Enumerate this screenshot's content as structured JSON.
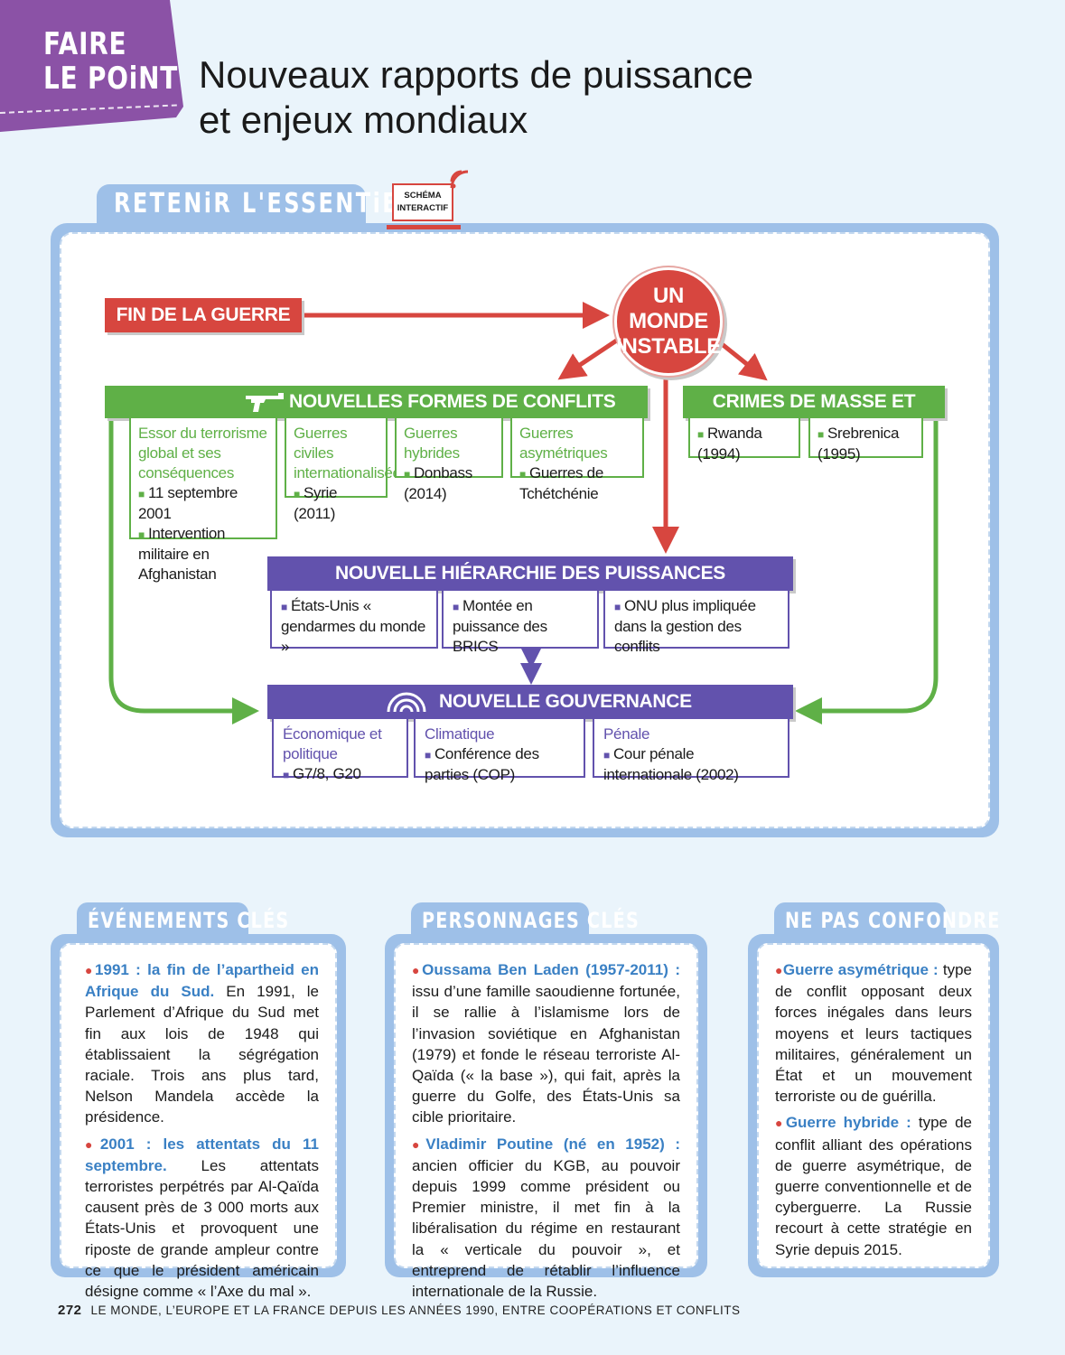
{
  "header": {
    "tag_line1": "FAIRE",
    "tag_line2": "LE POiNT",
    "title_line1": "Nouveaux rapports de puissance",
    "title_line2": "et enjeux mondiaux"
  },
  "retenir": {
    "label": "RETENiR L'ESSENTiEL",
    "schema_line1": "SCHÉMA",
    "schema_line2": "INTERACTIF"
  },
  "schema": {
    "fin_guerre_froide": "FIN DE LA GUERRE FROIDE",
    "monde_line1": "UN MONDE",
    "monde_line2": "INSTABLE",
    "conflits_title": "NOUVELLES FORMES DE CONFLITS",
    "conflits": [
      {
        "head": "Essor du terrorisme global et ses conséquences",
        "items": [
          "11 septembre 2001",
          "Intervention militaire en Afghanistan"
        ]
      },
      {
        "head": "Guerres civiles internationalisées",
        "items": [
          "Syrie (2011)"
        ]
      },
      {
        "head": "Guerres hybrides",
        "items": [
          "Donbass (2014)"
        ]
      },
      {
        "head": "Guerres asymétriques",
        "items": [
          "Guerres de Tchétchénie"
        ]
      }
    ],
    "crimes_title": "CRIMES DE MASSE ET GÉNOCIDES",
    "crimes": [
      "Rwanda (1994)",
      "Srebrenica (1995)"
    ],
    "hierarchie_title": "NOUVELLE HIÉRARCHIE DES PUISSANCES",
    "hierarchie": [
      "États-Unis « gendarmes du monde »",
      "Montée en puissance des BRICS",
      "ONU plus impliquée dans la gestion des conflits"
    ],
    "gouvernance_title": "NOUVELLE GOUVERNANCE MONDIALE",
    "gouvernance": [
      {
        "head": "Économique et politique",
        "item": "G7/8, G20"
      },
      {
        "head": "Climatique",
        "item": "Conférence des parties (COP)"
      },
      {
        "head": "Pénale",
        "item": "Cour pénale internationale (2002)"
      }
    ]
  },
  "evenements": {
    "title": "ÉVÉNEMENTS CLÉS",
    "items": [
      {
        "key": "1991 : la fin de l’apartheid en Afrique du Sud.",
        "text": " En 1991, le Parlement d’Afrique du Sud met fin aux lois de 1948 qui établissaient la ségrégation raciale. Trois ans plus tard, Nelson Mandela accède la présidence."
      },
      {
        "key": "2001 : les attentats du 11 septembre.",
        "text": " Les attentats terroristes perpétrés par Al-Qaïda causent près de 3 000 morts aux États-Unis et provoquent une riposte de grande ampleur contre ce que le président américain désigne comme « l’Axe du mal »."
      }
    ]
  },
  "personnages": {
    "title": "PERSONNAGES CLÉS",
    "items": [
      {
        "key": "Oussama Ben Laden (1957-2011) :",
        "text": " issu d’une famille saoudienne fortunée, il se rallie à l’islamisme lors de l’invasion soviétique en Afghanistan (1979) et fonde le réseau terroriste Al-Qaïda (« la base »), qui fait, après la guerre du Golfe, des États-Unis sa cible prioritaire."
      },
      {
        "key": "Vladimir Poutine (né en 1952) :",
        "text": " ancien officier du KGB, au pouvoir depuis 1999 comme président ou Premier ministre, il met fin à la libéralisation du régime en restaurant la « verticale du pouvoir », et entreprend de rétablir l’influence internationale de la Russie."
      }
    ]
  },
  "confondre": {
    "title": "NE PAS CONFONDRE",
    "items": [
      {
        "key": "Guerre asymétrique :",
        "text": " type de conflit opposant deux forces inégales dans leurs moyens et leurs tactiques militaires, généralement un État et un mouvement terroriste ou de guérilla."
      },
      {
        "key": "Guerre hybride :",
        "text": " type de conflit alliant des opérations de guerre asymétrique, de guerre conventionnelle et de cyberguerre. La Russie recourt à cette stratégie en Syrie depuis 2015."
      }
    ]
  },
  "footer": {
    "page": "272",
    "text": "LE MONDE, L’EUROPE ET LA FRANCE DEPUIS LES ANNÉES 1990, ENTRE COOPÉRATIONS ET CONFLITS"
  },
  "colors": {
    "red": "#d7463f",
    "green": "#5fb047",
    "purple": "#6252ad",
    "tag": "#8b52a6",
    "panel": "#9ec0e8",
    "keyword": "#3a80c4"
  }
}
